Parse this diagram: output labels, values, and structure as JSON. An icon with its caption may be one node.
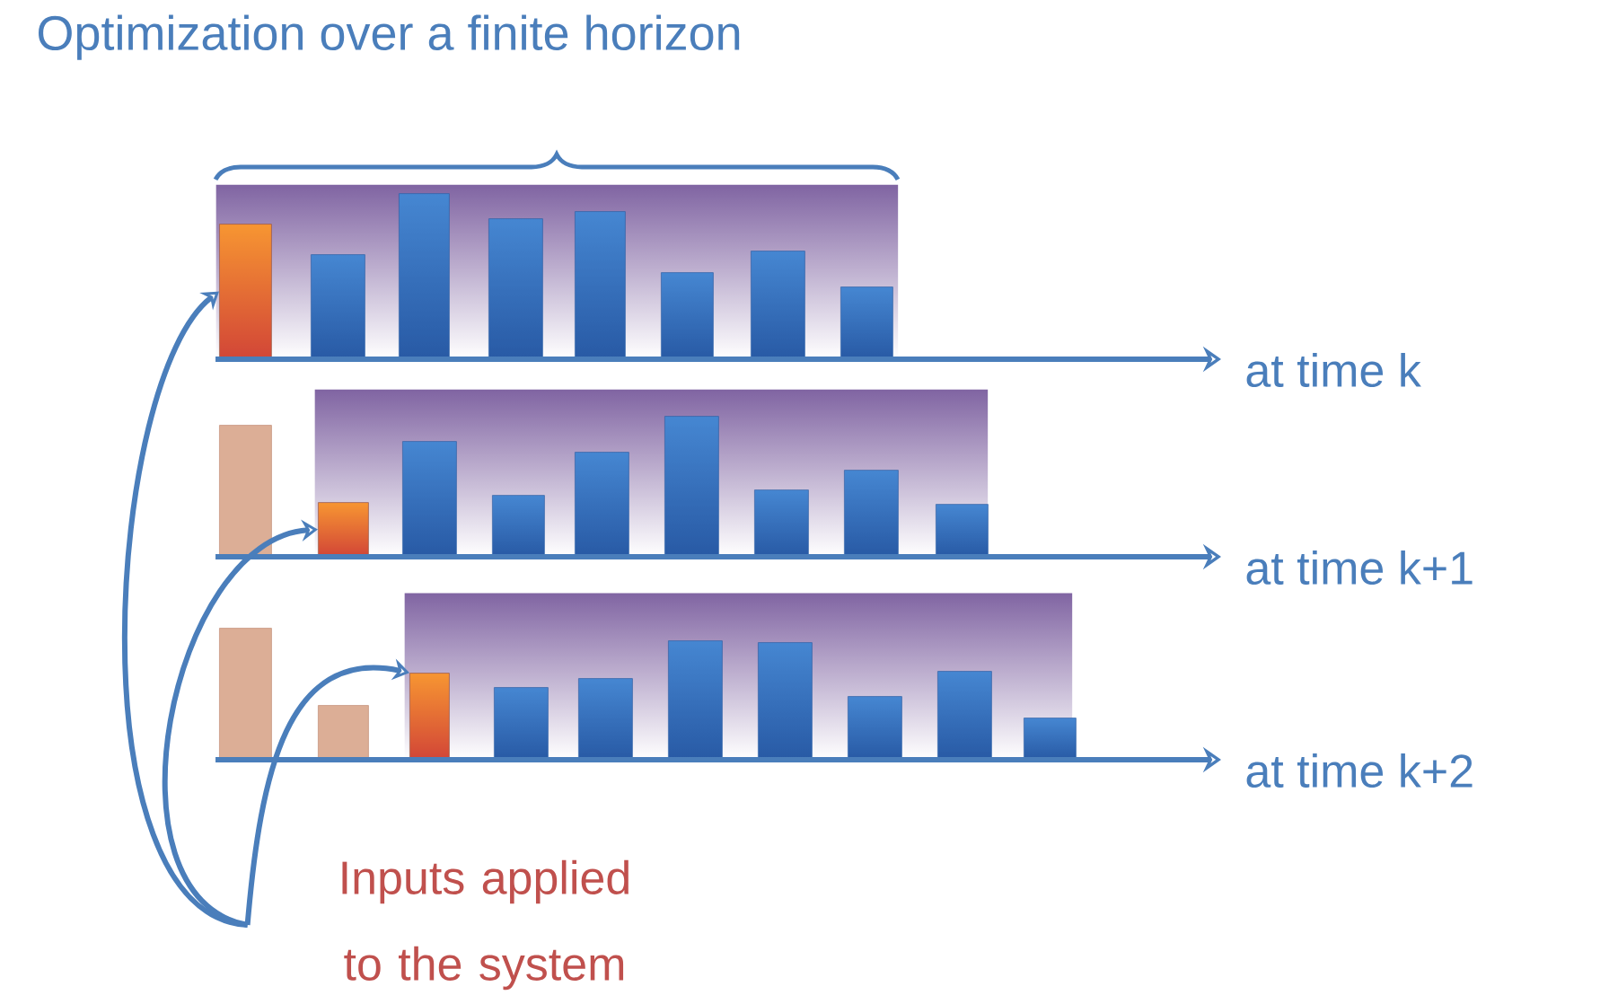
{
  "diagram": {
    "title": "Optimization over a finite horizon",
    "nodes": [
      {
        "text": [],
        "shape": "bar"
      },
      {
        "text": [],
        "shape": "bar"
      },
      {
        "text": [],
        "shape": "bar"
      },
      {
        "text": [],
        "shape": "bar"
      },
      {
        "text": [],
        "shape": "bar"
      },
      {
        "text": [],
        "shape": "bar"
      },
      {
        "text": [],
        "shape": "bar"
      },
      {
        "text": [],
        "shape": "bar"
      },
      {
        "text": [],
        "shape": "bar"
      },
      {
        "text": [],
        "shape": "bar"
      },
      {
        "text": [],
        "shape": "bar"
      },
      {
        "text": [],
        "shape": "bar"
      },
      {
        "text": [],
        "shape": "bar"
      },
      {
        "text": [],
        "shape": "bar"
      },
      {
        "text": [],
        "shape": "bar"
      },
      {
        "text": [],
        "shape": "bar"
      },
      {
        "text": [],
        "shape": "bar"
      },
      {
        "text": [],
        "shape": "bar"
      },
      {
        "text": [],
        "shape": "bar"
      },
      {
        "text": [],
        "shape": "bar"
      },
      {
        "text": [],
        "shape": "bar"
      },
      {
        "text": [],
        "shape": "bar"
      },
      {
        "text": [],
        "shape": "bar"
      },
      {
        "text": [],
        "shape": "bar"
      },
      {
        "text": [],
        "shape": "bar"
      },
      {
        "text": [],
        "shape": "bar"
      },
      {
        "text": [],
        "shape": "bar"
      },
      {
        "text": [
          "Inputs applied to the system"
        ]
      }
    ],
    "edges": [
      {
        "from": 27,
        "to": 0,
        "arrow": "to"
      },
      {
        "from": 27,
        "to": 9,
        "arrow": "to"
      },
      {
        "from": 27,
        "to": 19,
        "arrow": "to"
      }
    ],
    "labels": [
      "at time k",
      "at time k+1",
      "at time k+2"
    ]
  }
}
